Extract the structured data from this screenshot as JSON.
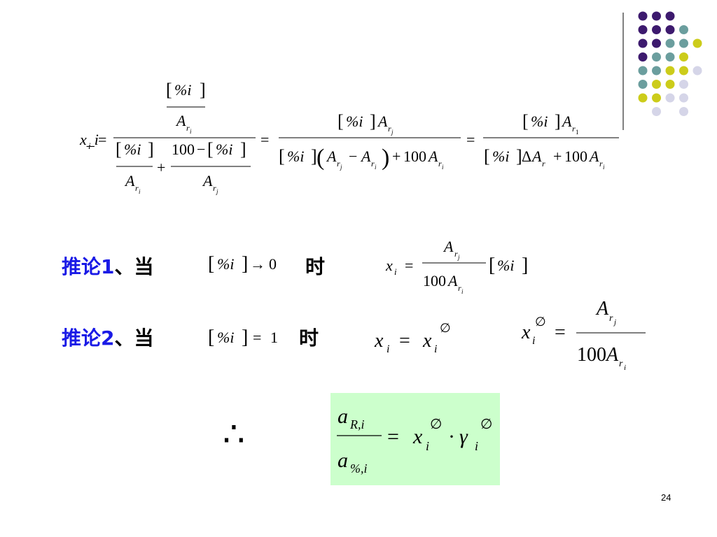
{
  "slide": {
    "page_number": "24",
    "corollary1": {
      "title": "推论1",
      "sep": "、",
      "when": "当",
      "then": "时"
    },
    "corollary2": {
      "title": "推论2",
      "sep": "、",
      "when": "当",
      "then": "时"
    },
    "therefore_symbol": "∴"
  },
  "math": {
    "pct_i": "%i",
    "x_i": "x_i",
    "A": "A",
    "hundred": "100",
    "zero": "0",
    "one": "1",
    "r": "r",
    "i": "i",
    "j": "j",
    "empty_set": "∅",
    "gamma": "γ",
    "a": "a",
    "R_i": "R,i",
    "pct_sub": "%,i",
    "delta": "Δ"
  },
  "decoration": {
    "colors": {
      "purple": "#3d1a6e",
      "teal": "#6b9e9e",
      "yellow": "#cccc1a",
      "lavender": "#d5d5e8",
      "green_box": "#ccffcc",
      "blue_text": "#1a1ae6"
    },
    "dot_grid": [
      [
        "purple",
        "purple",
        "purple",
        null,
        null
      ],
      [
        "purple",
        "purple",
        "purple",
        "teal",
        null
      ],
      [
        "purple",
        "purple",
        "teal",
        "teal",
        "yellow"
      ],
      [
        "purple",
        "teal",
        "teal",
        "yellow",
        null
      ],
      [
        "teal",
        "teal",
        "yellow",
        "yellow",
        "lavender"
      ],
      [
        "teal",
        "yellow",
        "yellow",
        "lavender",
        null
      ],
      [
        "yellow",
        "yellow",
        "lavender",
        "lavender",
        null
      ],
      [
        null,
        "lavender",
        null,
        "lavender",
        null
      ]
    ]
  }
}
